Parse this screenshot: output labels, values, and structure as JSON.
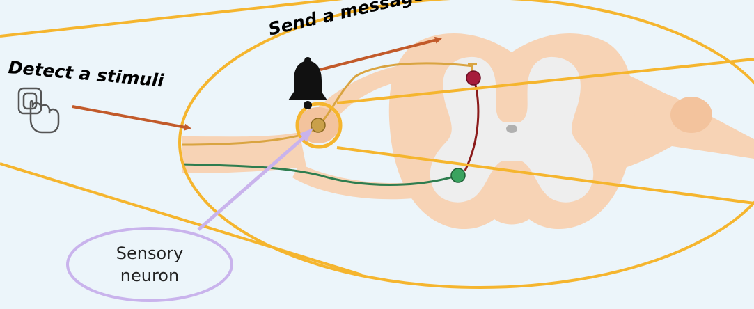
{
  "labels": {
    "detect": "Detect a stimuli",
    "send": "Send a message",
    "sensory_line1": "Sensory",
    "sensory_line2": "neuron"
  },
  "icons": {
    "touch": "touch-finger-icon",
    "bell": "bell-icon"
  },
  "colors": {
    "background": "#ecf5fa",
    "highlight": "#f5b52e",
    "arrow": "#c25a2a",
    "callout": "#c9b3ec",
    "tissue": "#f7d3b5",
    "grey_matter": "#eeeeee",
    "sensory_neuron": "#d9a441",
    "interneuron": "#8b1a1a",
    "motor_neuron": "#2e7d4f"
  }
}
